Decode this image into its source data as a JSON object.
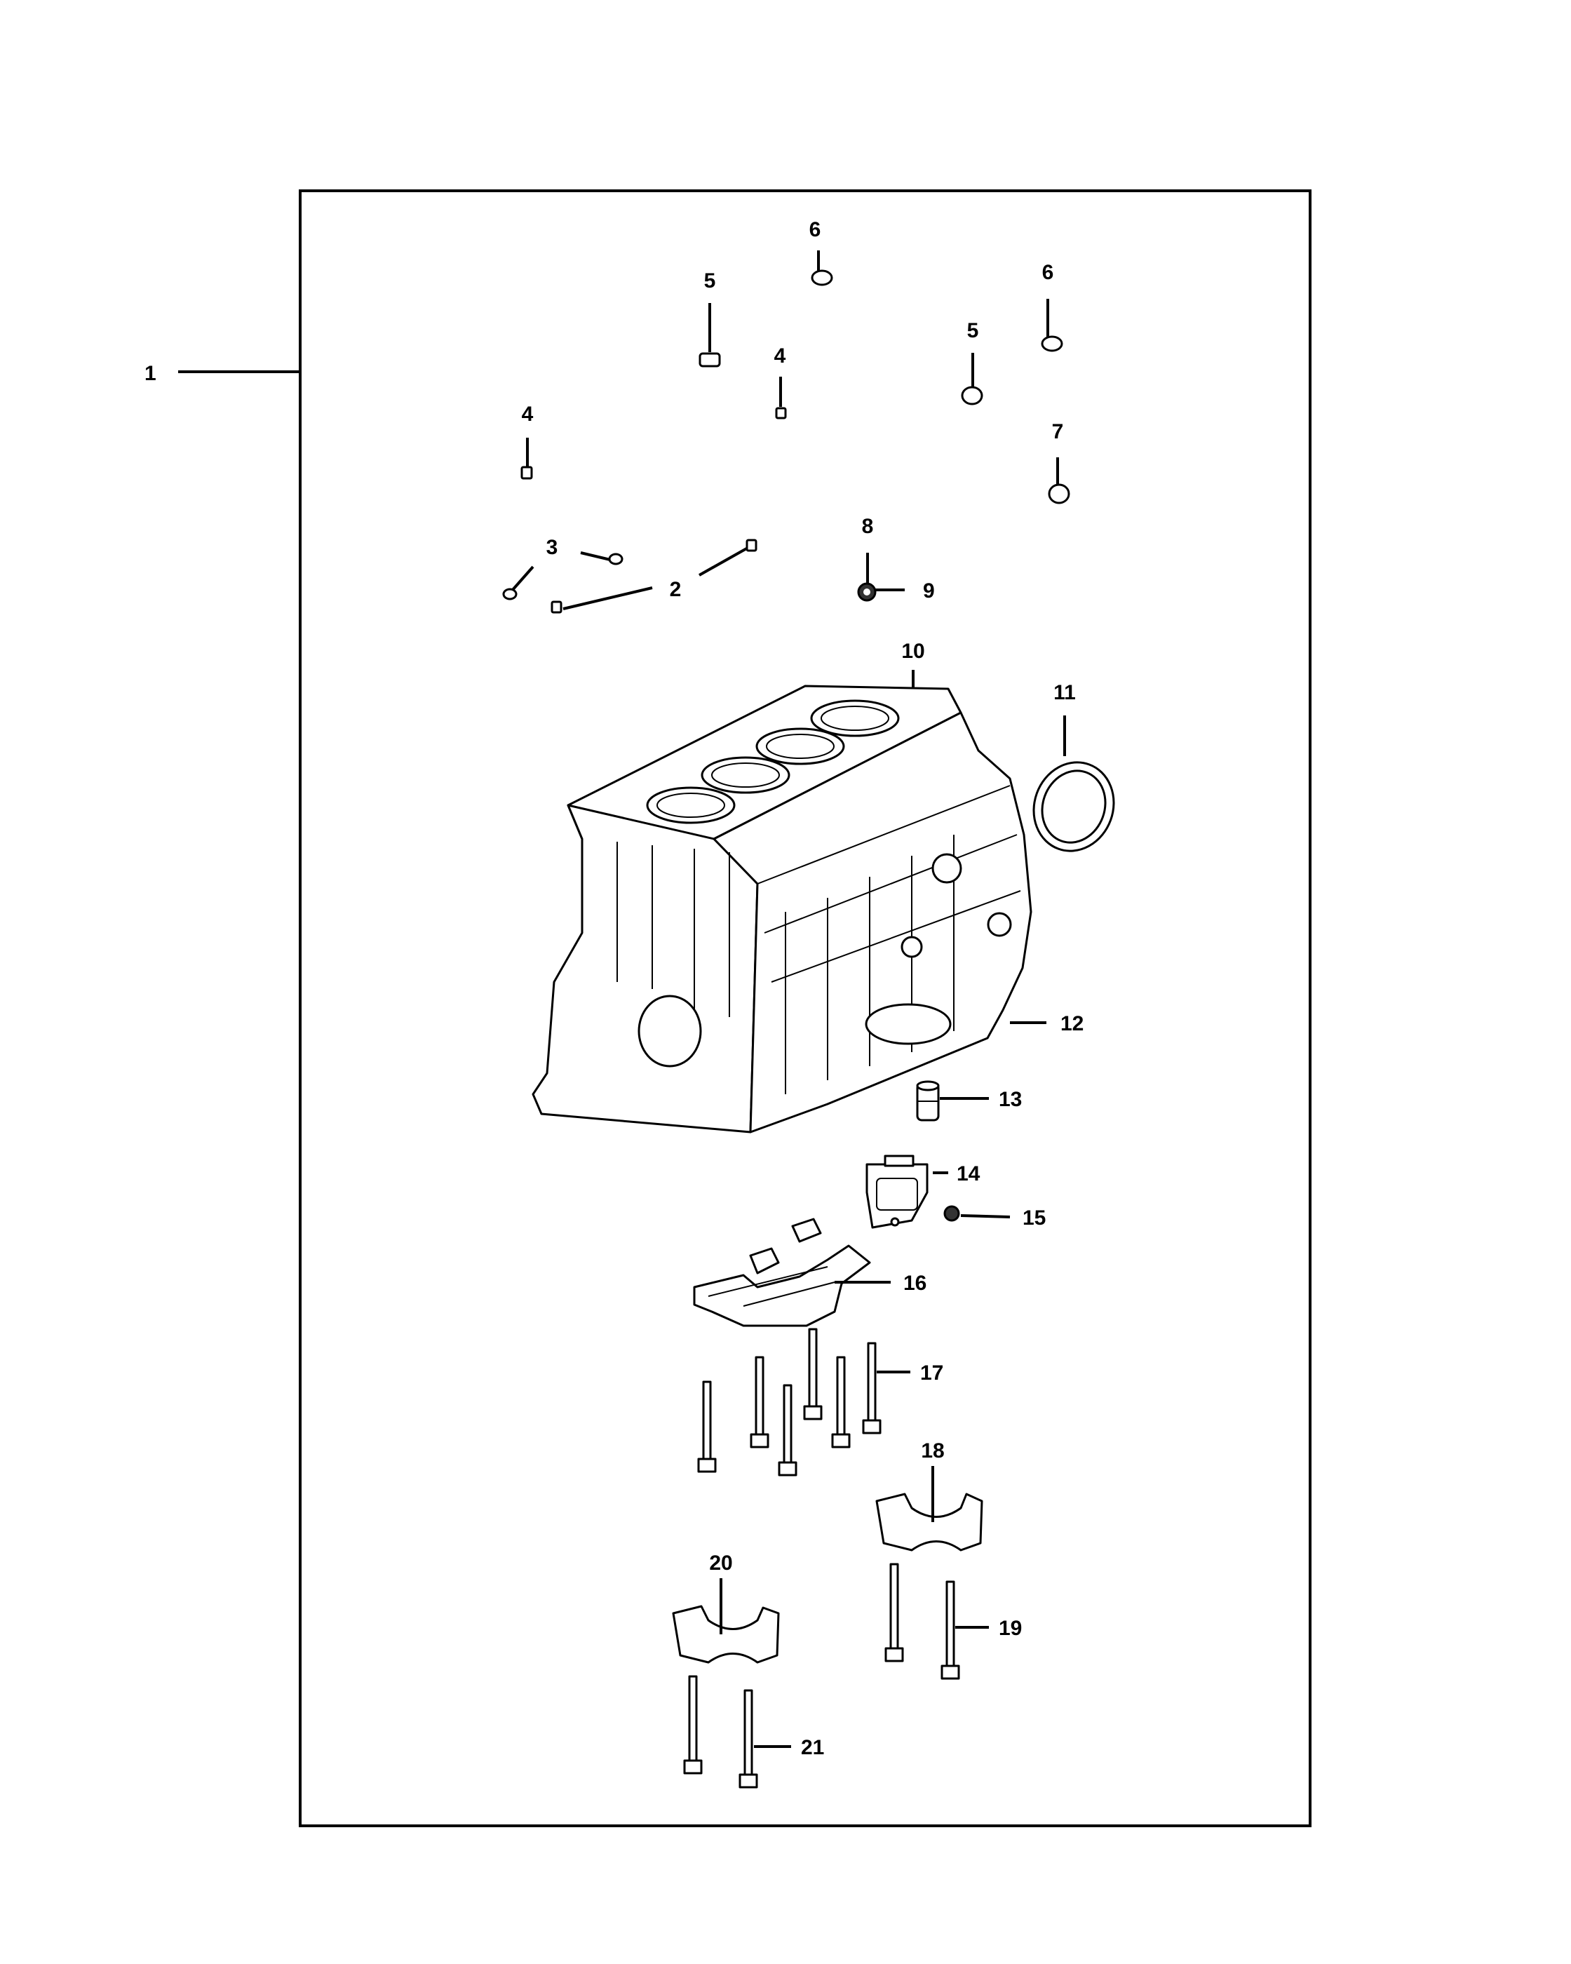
{
  "callouts": {
    "c1": "1",
    "c2": "2",
    "c3": "3",
    "c4a": "4",
    "c4b": "4",
    "c5a": "5",
    "c5b": "5",
    "c6a": "6",
    "c6b": "6",
    "c7": "7",
    "c8": "8",
    "c9": "9",
    "c10": "10",
    "c11": "11",
    "c12": "12",
    "c13": "13",
    "c14": "14",
    "c15": "15",
    "c16": "16",
    "c17": "17",
    "c18": "18",
    "c19": "19",
    "c20": "20",
    "c21": "21"
  }
}
